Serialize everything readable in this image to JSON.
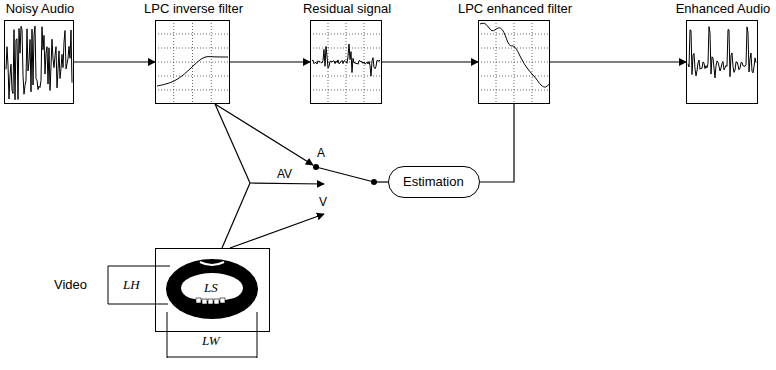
{
  "diagram": {
    "nodes": [
      {
        "text": [
          "Noisy Audio"
        ]
      },
      {
        "text": [
          "LPC inverse filter"
        ]
      },
      {
        "text": [
          "Residual signal"
        ]
      },
      {
        "text": [
          "LPC enhanced filter"
        ]
      },
      {
        "text": [
          "Enhanced Audio"
        ]
      },
      {
        "text": [
          "Estimation"
        ]
      },
      {
        "text": [
          "Video"
        ]
      }
    ],
    "edges": [
      {
        "from": 0,
        "to": 1,
        "arrow": "to"
      },
      {
        "from": 1,
        "to": 2,
        "arrow": "to"
      },
      {
        "from": 2,
        "to": 3,
        "arrow": "to"
      },
      {
        "from": 3,
        "to": 4,
        "arrow": "to"
      },
      {
        "from": 1,
        "to": 5,
        "arrow": "to"
      },
      {
        "from": 6,
        "to": 5,
        "arrow": "to"
      },
      {
        "from": 5,
        "to": 3,
        "arrow": "none"
      }
    ],
    "labels": [
      "A",
      "AV",
      "V",
      "LH",
      "LS",
      "LW"
    ]
  }
}
